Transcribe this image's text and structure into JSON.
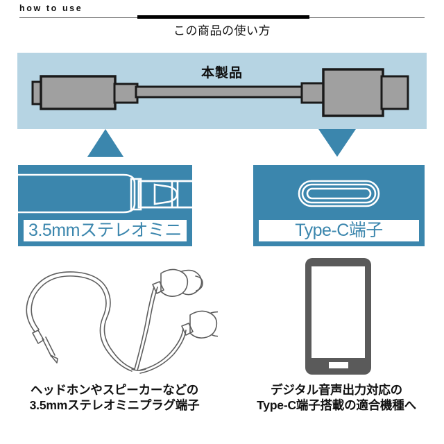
{
  "header": {
    "kicker": "how to use",
    "title": "この商品の使い方"
  },
  "product": {
    "label": "本製品",
    "panel_color": "#b6d4e3",
    "body_color": "#a0a0a0",
    "outline_color": "#1a1a1a"
  },
  "arrows": {
    "left_direction": "up",
    "right_direction": "down",
    "color": "#3b86ad"
  },
  "connectors": [
    {
      "key": "stereo-mini",
      "label": "3.5mmステレオミニ",
      "icon": "stereo-mini-plug-icon",
      "card_color": "#3b86ad",
      "label_color": "#3b86ad"
    },
    {
      "key": "type-c",
      "label": "Type-C端子",
      "icon": "usb-type-c-port-icon",
      "card_color": "#3b86ad",
      "label_color": "#3b86ad"
    }
  ],
  "devices": [
    {
      "key": "earphone",
      "icon": "earphone-icon",
      "caption_lines": [
        "ヘッドホンやスピーカーなどの",
        "3.5mmステレオミニプラグ端子"
      ]
    },
    {
      "key": "smartphone",
      "icon": "smartphone-icon",
      "caption_lines": [
        "デジタル音声出力対応の",
        "Type-C端子搭載の適合機種へ"
      ]
    }
  ]
}
